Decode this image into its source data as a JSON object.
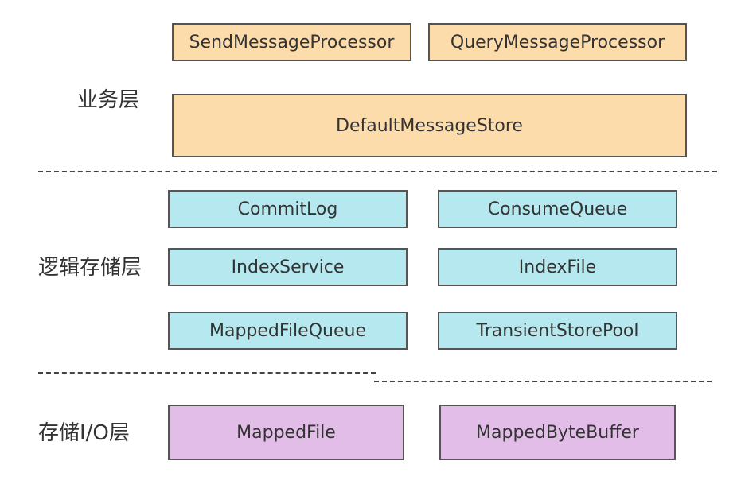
{
  "layers": {
    "business": {
      "label": "业务层",
      "boxes": {
        "send_processor": "SendMessageProcessor",
        "query_processor": "QueryMessageProcessor",
        "default_store": "DefaultMessageStore"
      }
    },
    "logic_storage": {
      "label": "逻辑存储层",
      "boxes": {
        "commit_log": "CommitLog",
        "consume_queue": "ConsumeQueue",
        "index_service": "IndexService",
        "index_file": "IndexFile",
        "mapped_file_queue": "MappedFileQueue",
        "transient_store_pool": "TransientStorePool"
      }
    },
    "storage_io": {
      "label": "存储I/O层",
      "boxes": {
        "mapped_file": "MappedFile",
        "mapped_byte_buffer": "MappedByteBuffer"
      }
    }
  },
  "colors": {
    "business_fill": "#fddcab",
    "logic_fill": "#b5e9ef",
    "io_fill": "#e2bde8",
    "border": "#555555",
    "divider": "#444444"
  }
}
